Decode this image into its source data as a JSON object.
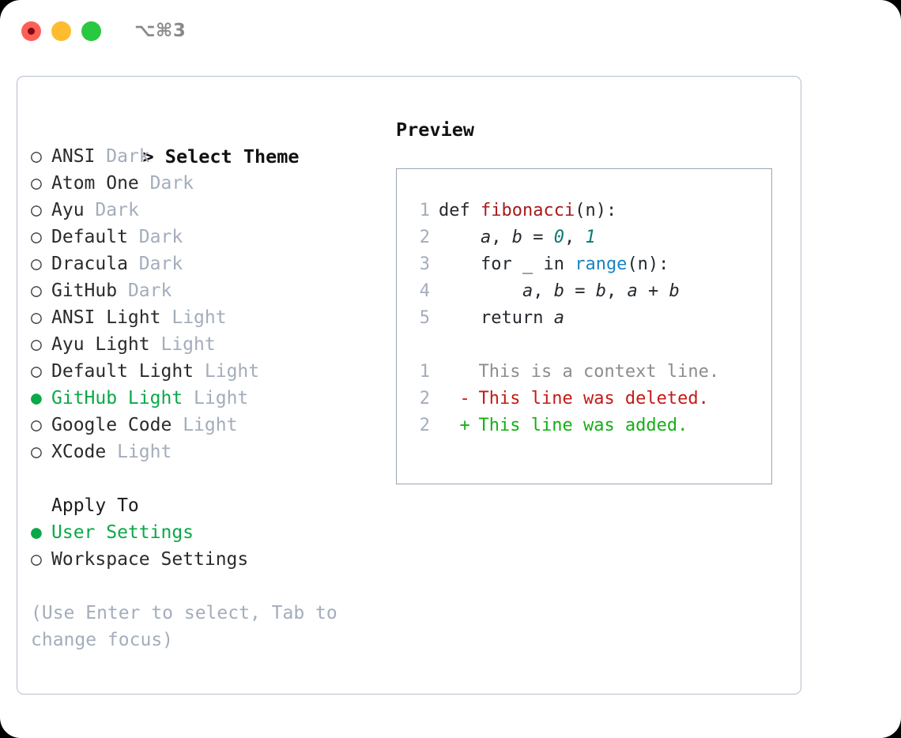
{
  "titlebar": {
    "shortcut": "⌥⌘3",
    "lights": [
      {
        "name": "close",
        "color": "#ff5f57"
      },
      {
        "name": "minimize",
        "color": "#febc2e"
      },
      {
        "name": "maximize",
        "color": "#28c840"
      }
    ]
  },
  "theme_picker": {
    "header": {
      "caret": ">",
      "title": "Select Theme"
    },
    "markers": {
      "selected": "●",
      "unselected": "○"
    },
    "items": [
      {
        "label": "ANSI",
        "mode": "Dark",
        "selected": false
      },
      {
        "label": "Atom One",
        "mode": "Dark",
        "selected": false
      },
      {
        "label": "Ayu",
        "mode": "Dark",
        "selected": false
      },
      {
        "label": "Default",
        "mode": "Dark",
        "selected": false
      },
      {
        "label": "Dracula",
        "mode": "Dark",
        "selected": false
      },
      {
        "label": "GitHub",
        "mode": "Dark",
        "selected": false
      },
      {
        "label": "ANSI Light",
        "mode": "Light",
        "selected": false
      },
      {
        "label": "Ayu Light",
        "mode": "Light",
        "selected": false
      },
      {
        "label": "Default Light",
        "mode": "Light",
        "selected": false
      },
      {
        "label": "GitHub Light",
        "mode": "Light",
        "selected": true
      },
      {
        "label": "Google Code",
        "mode": "Light",
        "selected": false
      },
      {
        "label": "XCode",
        "mode": "Light",
        "selected": false
      }
    ]
  },
  "apply_to": {
    "heading": "Apply To",
    "options": [
      {
        "label": "User Settings",
        "selected": true
      },
      {
        "label": "Workspace Settings",
        "selected": false
      }
    ]
  },
  "hint": "(Use Enter to select, Tab to change focus)",
  "preview": {
    "title": "Preview",
    "code_lines": [
      {
        "lno": "1",
        "tokens": [
          {
            "text": "def ",
            "type": "kw"
          },
          {
            "text": "fibonacci",
            "type": "fn"
          },
          {
            "text": "(n):",
            "type": "punct"
          }
        ]
      },
      {
        "lno": "2",
        "tokens": [
          {
            "text": "    ",
            "type": "punct"
          },
          {
            "text": "a",
            "type": "var"
          },
          {
            "text": ", ",
            "type": "punct"
          },
          {
            "text": "b",
            "type": "var"
          },
          {
            "text": " = ",
            "type": "punct"
          },
          {
            "text": "0",
            "type": "num"
          },
          {
            "text": ", ",
            "type": "punct"
          },
          {
            "text": "1",
            "type": "num"
          }
        ]
      },
      {
        "lno": "3",
        "tokens": [
          {
            "text": "    for ",
            "type": "kw"
          },
          {
            "text": "_",
            "type": "var"
          },
          {
            "text": " in ",
            "type": "kw"
          },
          {
            "text": "range",
            "type": "builtin"
          },
          {
            "text": "(n):",
            "type": "punct"
          }
        ]
      },
      {
        "lno": "4",
        "tokens": [
          {
            "text": "        ",
            "type": "punct"
          },
          {
            "text": "a",
            "type": "var"
          },
          {
            "text": ", ",
            "type": "punct"
          },
          {
            "text": "b",
            "type": "var"
          },
          {
            "text": " = ",
            "type": "punct"
          },
          {
            "text": "b",
            "type": "var"
          },
          {
            "text": ", ",
            "type": "punct"
          },
          {
            "text": "a",
            "type": "var"
          },
          {
            "text": " + ",
            "type": "punct"
          },
          {
            "text": "b",
            "type": "var"
          }
        ]
      },
      {
        "lno": "5",
        "tokens": [
          {
            "text": "    return ",
            "type": "kw"
          },
          {
            "text": "a",
            "type": "var"
          }
        ]
      }
    ],
    "diff_lines": [
      {
        "lno": "1",
        "sign": " ",
        "text": "This is a context line.",
        "kind": "ctx"
      },
      {
        "lno": "2",
        "sign": "-",
        "text": "This line was deleted.",
        "kind": "del"
      },
      {
        "lno": "2",
        "sign": "+",
        "text": "This line was added.",
        "kind": "add"
      }
    ]
  },
  "colors": {
    "accent_green": "#0ba84a",
    "muted": "#a3adbb",
    "panel_border": "#b6bfcb",
    "preview_border": "#9aa5b4",
    "diff_added": "#14b014",
    "diff_deleted": "#c41a16",
    "code_function": "#a61b1b",
    "code_number": "#0b7a72",
    "code_builtin": "#1b82c4"
  }
}
